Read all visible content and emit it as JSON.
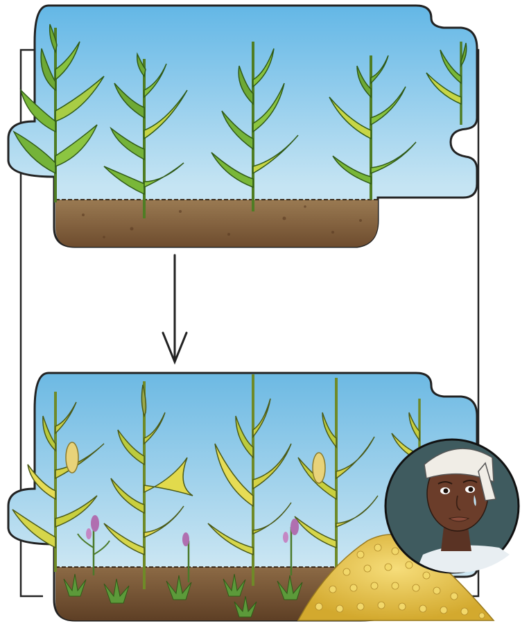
{
  "figure": {
    "top_panel": {
      "scene": "healthy-maize-field",
      "plant_count": 5,
      "colors": {
        "sky": "#7fc4e6",
        "leaf": "#6aa834",
        "soil": "#8a6a45"
      }
    },
    "arrow": {
      "direction": "down",
      "icon": "arrow-down-icon"
    },
    "bottom_panel": {
      "scene": "striga-infested-maize-field",
      "plant_count": 5,
      "weed_count": 7,
      "colors": {
        "sky": "#8dc9e6",
        "leaf": "#c9d14a",
        "weed_flower": "#b06fb0",
        "soil": "#7a5a3c"
      }
    },
    "farmer_portrait": {
      "icon": "crying-farmer-avatar",
      "bg": "#3f5b5f"
    },
    "grain_pile": {
      "icon": "maize-grain-pile",
      "color": "#e8c64a"
    },
    "frame_color": "#222222"
  }
}
